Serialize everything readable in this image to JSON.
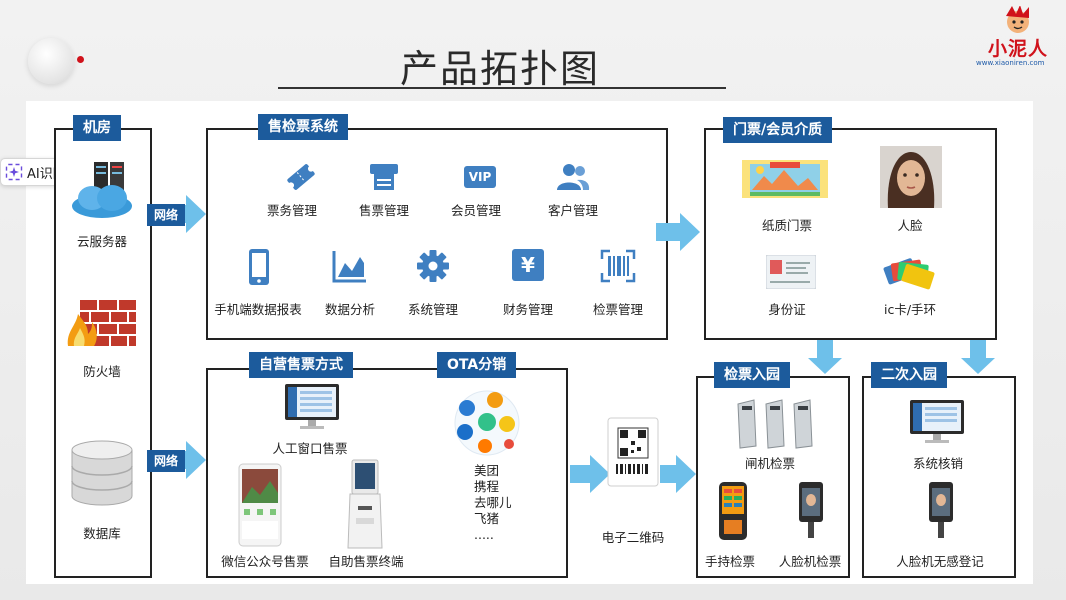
{
  "page": {
    "title": "产品拓扑图"
  },
  "logo": {
    "text": "小泥人",
    "url": "www.xiaoniren.com"
  },
  "ai_chip": {
    "label": "AI识图"
  },
  "network_label": "网络",
  "machine_room": {
    "title": "机房",
    "items": [
      "云服务器",
      "防火墙",
      "数据库"
    ]
  },
  "ticketing": {
    "title": "售检票系统",
    "row1": [
      "票务管理",
      "售票管理",
      "会员管理",
      "客户管理"
    ],
    "row2": [
      "手机端数据报表",
      "数据分析",
      "系统管理",
      "财务管理",
      "检票管理"
    ],
    "vip_text": "VIP",
    "yen_text": "¥"
  },
  "media": {
    "title": "门票/会员介质",
    "items": [
      "纸质门票",
      "人脸",
      "身份证",
      "ic卡/手环"
    ]
  },
  "self_sale": {
    "title": "自营售票方式",
    "items": [
      "人工窗口售票",
      "微信公众号售票",
      "自助售票终端"
    ]
  },
  "ota": {
    "title": "OTA分销",
    "channels": [
      "美团",
      "携程",
      "去哪儿",
      "飞猪",
      "....."
    ]
  },
  "qr": {
    "label": "电子二维码"
  },
  "gate": {
    "title": "检票入园",
    "items": [
      "闸机检票",
      "手持检票",
      "人脸机检票"
    ]
  },
  "second": {
    "title": "二次入园",
    "items": [
      "系统核销",
      "人脸机无感登记"
    ]
  }
}
